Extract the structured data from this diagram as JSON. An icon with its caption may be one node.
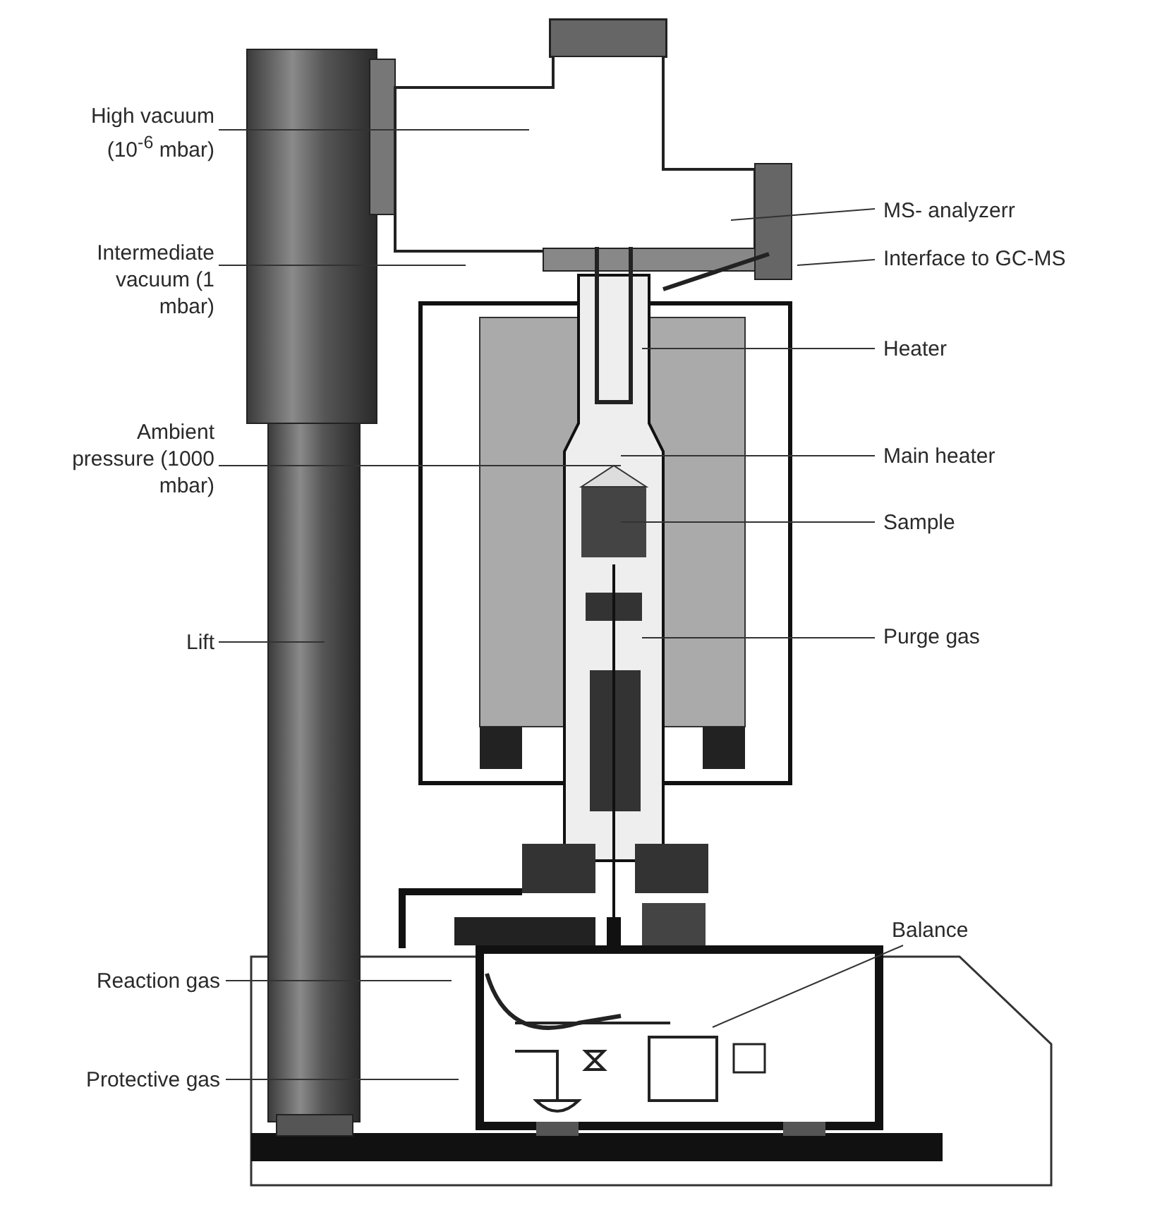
{
  "diagram": {
    "nodes": [
      {
        "text": [
          "High vacuum (10$^{-6}$ mbar)"
        ]
      },
      {
        "text": [
          "MS- analyzerr"
        ]
      },
      {
        "text": [
          "Intermediate vacuum (1 mbar)"
        ]
      },
      {
        "text": [
          "Interface to GC-MS"
        ]
      },
      {
        "text": [
          "Heater"
        ]
      },
      {
        "text": [
          "Ambient pressure (1000 mbar)"
        ]
      },
      {
        "text": [
          "Main heater"
        ]
      },
      {
        "text": [
          "Sample"
        ]
      },
      {
        "text": [
          "Lift"
        ]
      },
      {
        "text": [
          "Purge gas"
        ]
      },
      {
        "text": [
          "Balance"
        ]
      },
      {
        "text": [
          "Reaction gas"
        ]
      },
      {
        "text": [
          "Protective gas"
        ]
      }
    ],
    "edges": [
      {
        "from": 0,
        "to": null,
        "arrow": "none"
      },
      {
        "from": 1,
        "to": null,
        "arrow": "none"
      },
      {
        "from": 2,
        "to": null,
        "arrow": "none"
      },
      {
        "from": 3,
        "to": null,
        "arrow": "none"
      },
      {
        "from": 4,
        "to": null,
        "arrow": "none"
      },
      {
        "from": 5,
        "to": null,
        "arrow": "none"
      },
      {
        "from": 6,
        "to": null,
        "arrow": "none"
      },
      {
        "from": 7,
        "to": null,
        "arrow": "none"
      },
      {
        "from": 8,
        "to": null,
        "arrow": "none"
      },
      {
        "from": 9,
        "to": null,
        "arrow": "none"
      },
      {
        "from": 10,
        "to": null,
        "arrow": "none"
      },
      {
        "from": 11,
        "to": null,
        "arrow": "none"
      },
      {
        "from": 12,
        "to": null,
        "arrow": "none"
      }
    ]
  }
}
